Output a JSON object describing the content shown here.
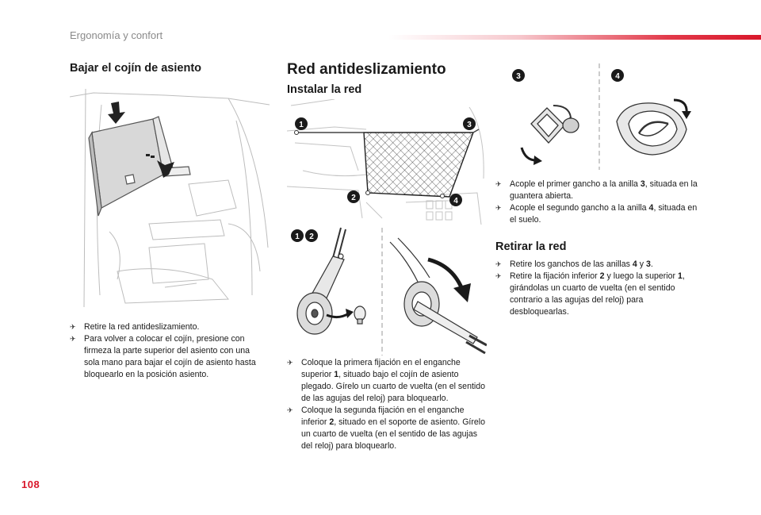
{
  "header": {
    "title": "Ergonomía y confort"
  },
  "page_number": "108",
  "left": {
    "heading": "Bajar el cojín de asiento",
    "items": [
      {
        "text": "Retire la red antideslizamiento."
      },
      {
        "text": "Para volver a colocar el cojín, presione con firmeza la parte superior del asiento con una sola mano para bajar el cojín de asiento hasta bloquearlo en la posición asiento."
      }
    ]
  },
  "middle": {
    "heading": "Red antideslizamiento",
    "subheading": "Instalar la red",
    "items": [
      {
        "t1": "Coloque la primera fijación en el enganche superior ",
        "b": "1",
        "t2": ", situado bajo el cojín de asiento plegado. Gírelo un cuarto de vuelta (en el sentido de las agujas del reloj) para bloquearlo."
      },
      {
        "t1": "Coloque la segunda fijación en el enganche inferior ",
        "b": "2",
        "t2": ", situado en el soporte de asiento. Gírelo un cuarto de vuelta (en el sentido de las agujas del reloj) para bloquearlo."
      }
    ]
  },
  "right": {
    "items": [
      {
        "t1": "Acople el primer gancho a la anilla ",
        "b": "3",
        "t2": ", situada en la guantera abierta."
      },
      {
        "t1": "Acople el segundo gancho a la anilla ",
        "b": "4",
        "t2": ", situada en el suelo."
      }
    ],
    "heading": "Retirar la red",
    "remove_items": [
      {
        "t1": "Retire los ganchos de las anillas ",
        "b1": "4",
        "t2": " y ",
        "b2": "3",
        "t3": "."
      },
      {
        "t1": "Retire la fijación inferior ",
        "b1": "2",
        "t2": " y luego la superior ",
        "b2": "1",
        "t3": ", girándolas un cuarto de vuelta (en el sentido contrario a las agujas del reloj) para desbloquearlas."
      }
    ]
  },
  "badges": {
    "n1": "1",
    "n2": "2",
    "n3": "3",
    "n4": "4"
  },
  "bullet_glyph": "✈",
  "colors": {
    "accent": "#d9182b",
    "badge": "#1a1a1a"
  }
}
